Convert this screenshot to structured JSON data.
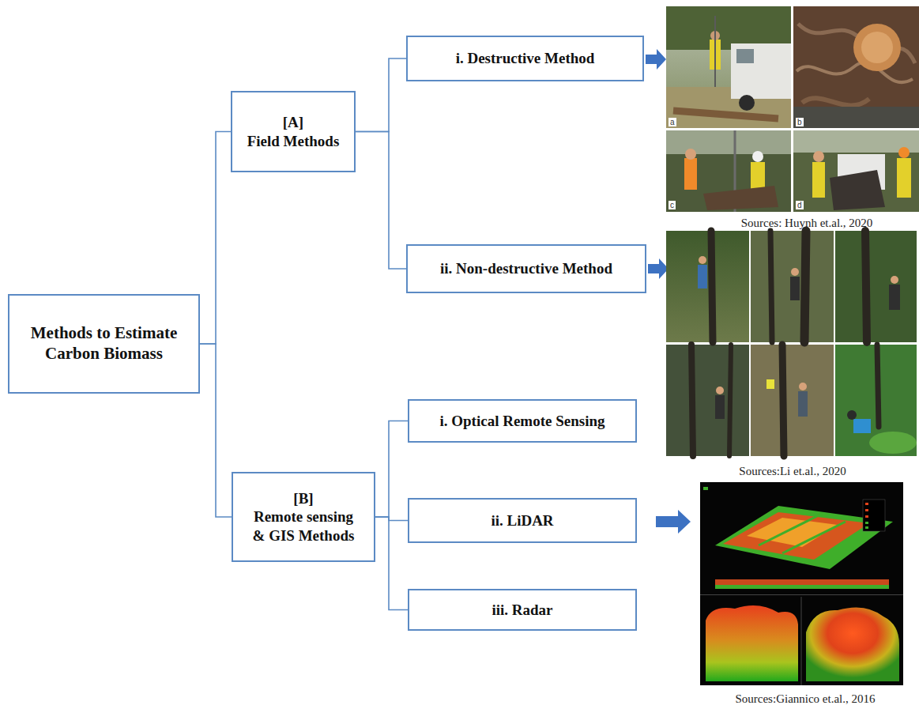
{
  "diagram": {
    "nodes": [
      {
        "text": [
          "Methods to Estimate Carbon Biomass"
        ]
      },
      {
        "text": [
          "[A]",
          "Field Methods"
        ]
      },
      {
        "text": [
          "i. Destructive Method"
        ]
      },
      {
        "text": [
          "ii. Non-destructive Method"
        ]
      },
      {
        "text": [
          "[B]",
          "Remote sensing & GIS Methods"
        ]
      },
      {
        "text": [
          "i. Optical Remote Sensing"
        ]
      },
      {
        "text": [
          "ii. LiDAR"
        ]
      },
      {
        "text": [
          "iii. Radar"
        ]
      }
    ],
    "edges": [
      {
        "from": 0,
        "to": 1,
        "arrow": "none"
      },
      {
        "from": 0,
        "to": 4,
        "arrow": "none"
      },
      {
        "from": 1,
        "to": 2,
        "arrow": "none"
      },
      {
        "from": 1,
        "to": 3,
        "arrow": "none"
      },
      {
        "from": 4,
        "to": 5,
        "arrow": "none"
      },
      {
        "from": 4,
        "to": 6,
        "arrow": "none"
      },
      {
        "from": 4,
        "to": 7,
        "arrow": "none"
      }
    ],
    "labels": [
      "a",
      "b",
      "c",
      "d",
      "Sources: Huynh et.al., 2020",
      "Sources:Li et.al., 2020",
      "Sources:Giannico et.al., 2016"
    ]
  }
}
